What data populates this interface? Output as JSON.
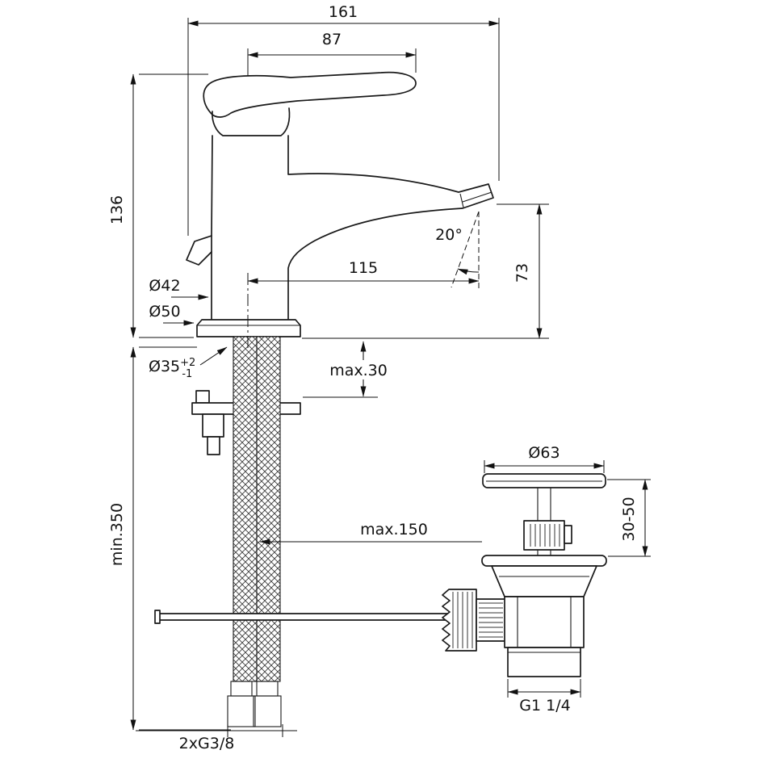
{
  "drawing": {
    "colors": {
      "line": "#1a1a1a",
      "background": "#ffffff"
    },
    "labels": {
      "total_width": "161",
      "handle_length": "87",
      "body_height": "136",
      "spout_reach": "115",
      "spout_height": "73",
      "spout_angle": "20°",
      "body_diameter": "Ø42",
      "base_diameter": "Ø50",
      "hole_diameter": "Ø35",
      "hole_tol_upper": "+2",
      "hole_tol_lower": "-1",
      "deck_thickness": "max.30",
      "hose_length": "min.350",
      "rod_reach": "max.150",
      "waste_cap_diameter": "Ø63",
      "waste_adjust_range": "30-50",
      "waste_thread": "G1 1/4",
      "supply_thread": "2xG3/8"
    }
  }
}
